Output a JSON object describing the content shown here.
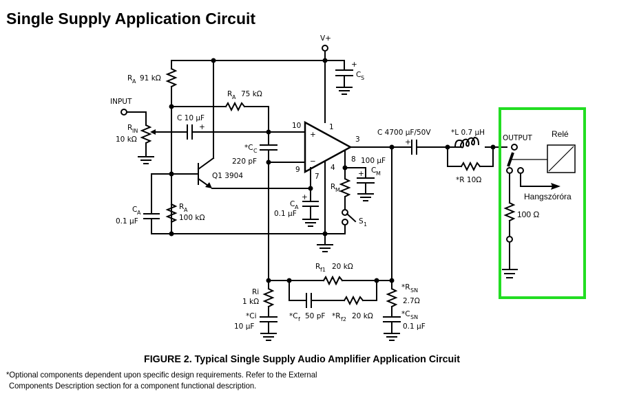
{
  "title": "Single Supply Application Circuit",
  "caption": "FIGURE 2. Typical Single Supply Audio Amplifier Application Circuit",
  "notes": [
    "*Optional components dependent upon specific design requirements. Refer to the External",
    "Components Description section for a component functional description."
  ],
  "highlight_color": "#22dd22",
  "labels": {
    "vplus": "V+",
    "cs": "C",
    "cs_sub": "S",
    "ra1": "R",
    "ra1_sub": "A",
    "ra1_val": "91 kΩ",
    "ra2": "R",
    "ra2_sub": "A",
    "ra2_val": "75 kΩ",
    "input": "INPUT",
    "rin": "R",
    "rin_sub": "IN",
    "rin_val": "10 kΩ",
    "c_in": "C 10 μF",
    "cc": "*C",
    "cc_sub": "C",
    "cc_val": "220 pF",
    "q1": "Q1 3904",
    "ca1": "C",
    "ca1_sub": "A",
    "ca1_val": "0.1 μF",
    "ra3": "R",
    "ra3_sub": "A",
    "ra3_val": "100 kΩ",
    "ca2": "C",
    "ca2_sub": "A",
    "ca2_val": "0.1 μF",
    "pin10": "10",
    "pin9": "9",
    "pin1": "1",
    "pin3": "3",
    "pin8": "8",
    "pin4": "4",
    "pin7": "7",
    "cm_val": "100 μF",
    "cm": "C",
    "cm_sub": "M",
    "rm": "R",
    "rm_sub": "M",
    "s1": "S",
    "s1_sub": "1",
    "cout": "C 4700 μF/50V",
    "l": "*L 0.7 μH",
    "r10": "*R 10Ω",
    "output": "OUTPUT",
    "rele": "Relé",
    "speaker": "Hangszóróra",
    "r100": "100 Ω",
    "rf1": "R",
    "rf1_sub": "f1",
    "rf1_val": "20 kΩ",
    "ri": "Ri",
    "ri_val": "1 kΩ",
    "ci": "*Ci",
    "ci_val": "10 μF",
    "cf": "*C",
    "cf_sub": "f",
    "cf_val": "50 pF",
    "rf2": "*R",
    "rf2_sub": "f2",
    "rf2_val": "20 kΩ",
    "rsn": "*R",
    "rsn_sub": "SN",
    "rsn_val": "2.7Ω",
    "csn": "*C",
    "csn_sub": "SN",
    "csn_val": "0.1 μF",
    "plus": "+",
    "minus": "−"
  }
}
